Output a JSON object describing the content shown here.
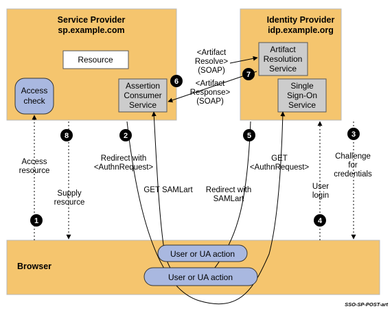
{
  "service_provider": {
    "title": "Service Provider",
    "host": "sp.example.com",
    "resource": "Resource",
    "access_check": [
      "Access",
      "check"
    ],
    "acs": [
      "Assertion",
      "Consumer",
      "Service"
    ]
  },
  "identity_provider": {
    "title": "Identity Provider",
    "host": "idp.example.org",
    "ars": [
      "Artifact",
      "Resolution",
      "Service"
    ],
    "sso": [
      "Single",
      "Sign-On",
      "Service"
    ]
  },
  "browser": {
    "title": "Browser",
    "action_1": "User or UA action",
    "action_2": "User or UA action"
  },
  "soap": {
    "resolve": [
      "<Artifact",
      "Resolve>",
      "(SOAP)"
    ],
    "response": [
      "<Artifact",
      "Response>",
      "(SOAP)"
    ]
  },
  "labels": {
    "access_resource": [
      "Access",
      "resource"
    ],
    "supply_resource": [
      "Supply",
      "resource"
    ],
    "redirect_authn": [
      "Redirect with",
      "<AuthnRequest>"
    ],
    "get_samlart": "GET SAMLart",
    "redirect_samlart": [
      "Redirect with",
      "SAMLart"
    ],
    "get_authn": [
      "GET",
      "<AuthnRequest>"
    ],
    "user_login": [
      "User",
      "login"
    ],
    "challenge": [
      "Challenge",
      "for",
      "credentials"
    ]
  },
  "steps": [
    "1",
    "2",
    "3",
    "4",
    "5",
    "6",
    "7",
    "8"
  ],
  "caption": "SSO-SP-POST-art",
  "colors": {
    "provider_fill": "#f5c56e",
    "browser_fill": "#f5c56e",
    "service_fill": "#cccccc",
    "oval_fill": "#a9b8e0",
    "marker_fill": "#000000",
    "line": "#000000"
  }
}
